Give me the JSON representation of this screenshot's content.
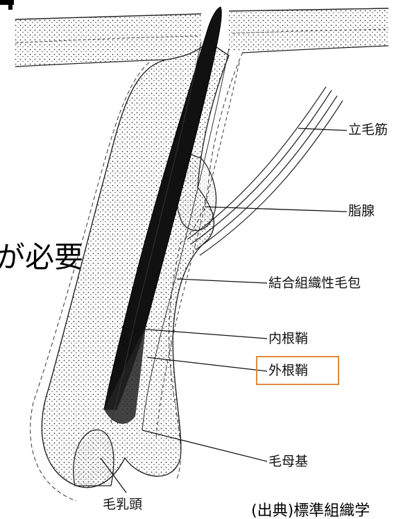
{
  "labels": {
    "arrector_muscle": "立毛筋",
    "sebaceous_gland": "脂腺",
    "connective_follicle": "結合組織性毛包",
    "inner_root_sheath": "内根鞘",
    "outer_root_sheath": "外根鞘",
    "hair_matrix": "毛母基",
    "dermal_papilla": "毛乳頭"
  },
  "overlay_text": "が必要",
  "source_text": "(出典)標準組織学",
  "colors": {
    "highlight_border": "#e08a3c",
    "ink": "#111111",
    "hair_shaft": "#111111"
  }
}
